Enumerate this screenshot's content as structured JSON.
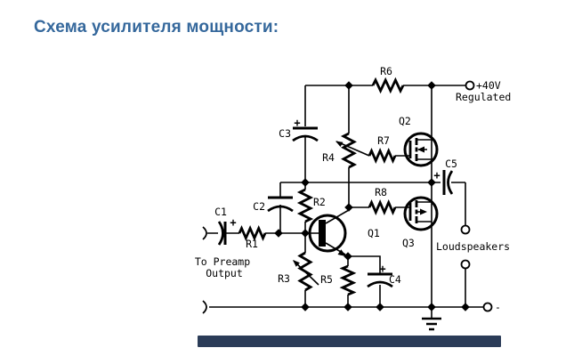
{
  "title": {
    "text": "Схема усилителя мощности:",
    "color": "#35689C"
  },
  "schematic": {
    "ink_color": "#000000",
    "background": "#FFFFFF",
    "components": {
      "r1": "R1",
      "r2": "R2",
      "r3": "R3",
      "r4": "R4",
      "r5": "R5",
      "r6": "R6",
      "r7": "R7",
      "r8": "R8",
      "c1": "C1",
      "c2": "C2",
      "c3": "C3",
      "c4": "C4",
      "c5": "C5",
      "q1": "Q1",
      "q2": "Q2",
      "q3": "Q3"
    },
    "annotations": {
      "supply_line1": "+40V",
      "supply_line2": "Regulated",
      "speakers": "Loudspeakers",
      "input_line1": "To Preamp",
      "input_line2": "Output",
      "minus_terminal": "-",
      "polarity_plus": "+"
    }
  },
  "footer": {
    "bar_color": "#2B3C58"
  }
}
